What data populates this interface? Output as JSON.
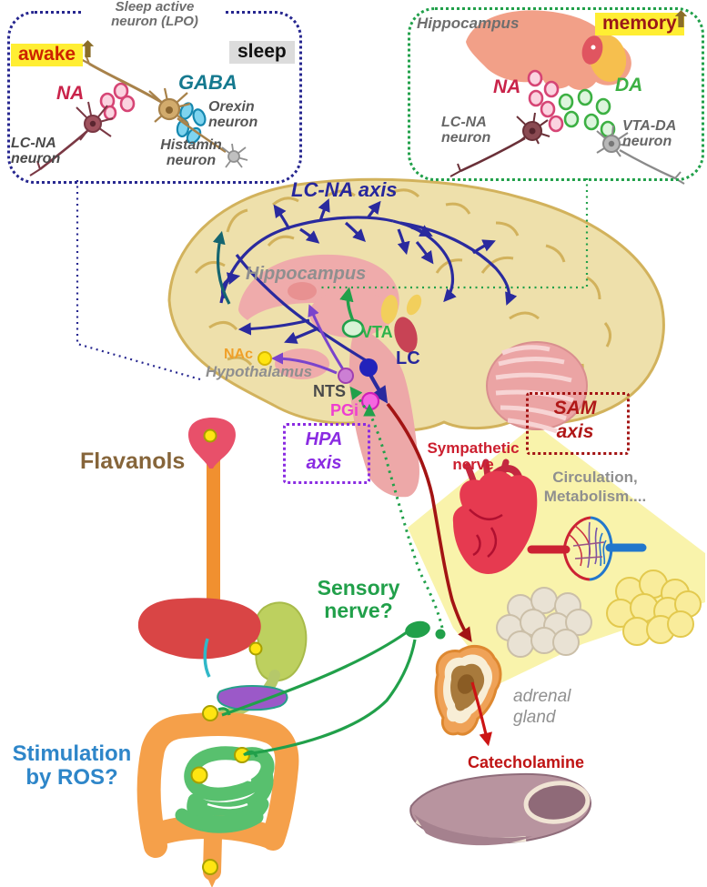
{
  "sleep_box": {
    "title": "Sleep active\nneuron (LPO)",
    "awake": "awake",
    "arrow_up": "⬆",
    "sleep": "sleep",
    "na": "NA",
    "gaba": "GABA",
    "orexin": "Orexin\nneuron",
    "histamin": "Histamin\nneuron",
    "lc_na": "LC-NA\nneuron"
  },
  "memory_box": {
    "region": "Hippocampus",
    "memory": "memory",
    "arrow_up": "⬆",
    "na": "NA",
    "da": "DA",
    "lc_na": "LC-NA\nneuron",
    "vta_da": "VTA-DA\nneuron"
  },
  "brain": {
    "lc_na_axis": "LC-NA axis",
    "hippocampus": "Hippocampus",
    "vta": "VTA",
    "nac": "NAc",
    "hypothalamus": "Hypothalamus",
    "nts": "NTS",
    "pgi": "PGi",
    "lc": "LC"
  },
  "pathways": {
    "hpa": "HPA\naxis",
    "sam": "SAM\naxis",
    "sympathetic": "Sympathetic\nnerve",
    "sensory": "Sensory\nnerve?",
    "catecholamine": "Catecholamine"
  },
  "periphery": {
    "flavanols": "Flavanols",
    "ros": "Stimulation\nby ROS?",
    "circulation": "Circulation,\nMetabolism....",
    "adrenal": "adrenal\ngland"
  },
  "colors": {
    "navy": "#27279c",
    "teal_arrow": "#156570",
    "green": "#21a04a",
    "crimson_na": "#c9234a",
    "gaba_teal": "#15798f",
    "dark_red": "#a31414",
    "sympathetic_red": "#cc1f2f",
    "purple_hpa": "#8a2be2",
    "magenta_pgi": "#ee3fd0",
    "orange_nac": "#f0a028",
    "blue_ros": "#2e86c9",
    "brown_flavanols": "#86653a",
    "highlight_yellow": "#ffee33",
    "gray_label": "#8f8f8f"
  }
}
